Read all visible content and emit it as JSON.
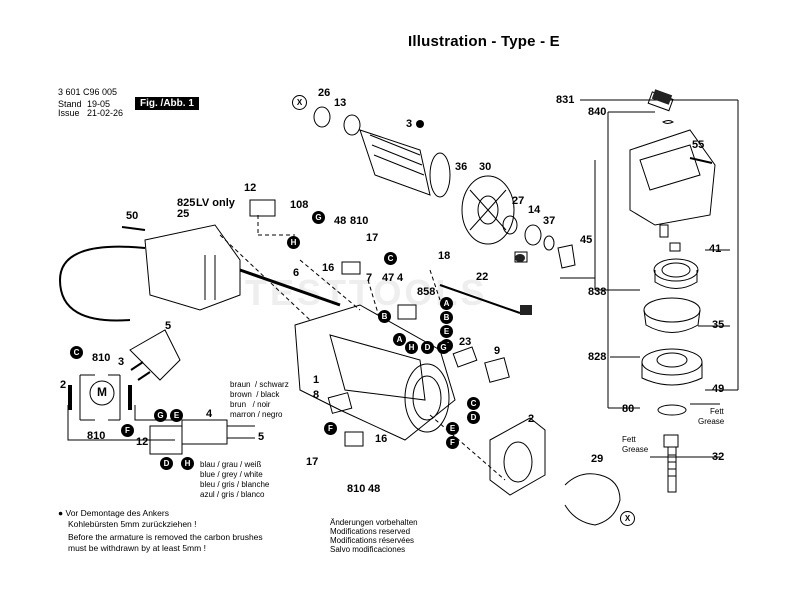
{
  "header": {
    "title": "Illustration - Type - E",
    "part_number": "3 601 C96 005",
    "stand_label": "Stand",
    "stand_value": "19-05",
    "issue_label": "Issue",
    "issue_value": "21-02-26",
    "figure_badge": "Fig. /Abb. 1"
  },
  "callouts": {
    "c831": "831",
    "c840": "840",
    "c55": "55",
    "c41": "41",
    "c35": "35",
    "c828": "828",
    "c49": "49",
    "c80": "80",
    "c32": "32",
    "c838": "838",
    "c26": "26",
    "c13": "13",
    "c3": "3",
    "c36": "36",
    "c30": "30",
    "c27": "27",
    "c14": "14",
    "c37": "37",
    "c45": "45",
    "c12": "12",
    "c825": "825",
    "lv_only": "LV only",
    "c25": "25",
    "c108": "108",
    "c48a": "48",
    "c810a": "810",
    "c17a": "17",
    "c16a": "16",
    "c4": "4",
    "c18": "18",
    "c22": "22",
    "c7": "7",
    "c47": "47",
    "c858": "858",
    "c6": "6",
    "c50": "50",
    "c5": "5",
    "c23": "23",
    "c9": "9",
    "c1": "1",
    "c8": "8",
    "c2": "2",
    "c29": "29",
    "c16b": "16",
    "c17b": "17",
    "c810b": "810",
    "c48b": "48"
  },
  "letters": {
    "x": "X",
    "g": "G",
    "h": "H",
    "c": "C",
    "a": "A",
    "b": "B",
    "e": "E",
    "d": "D",
    "f": "F"
  },
  "grease": {
    "fett1": "Fett",
    "grease1": "Grease",
    "fett2": "Fett",
    "grease2": "Grease"
  },
  "schematic": {
    "m": "M",
    "n810a": "810",
    "n3": "3",
    "n2": "2",
    "n810b": "810",
    "n12": "12",
    "n4": "4",
    "n5": "5",
    "nc": "C",
    "ng": "G",
    "ne": "E",
    "nf": "F",
    "nd": "D",
    "nh": "H",
    "wire1": "braun  / schwarz",
    "wire2": "brown  / black",
    "wire3": "brun   / noir",
    "wire4": "marron / negro",
    "wire5": "blau / grau / weiß",
    "wire6": "blue / grey / white",
    "wire7": "bleu / gris / blanche",
    "wire8": "azul / gris / blanco"
  },
  "notes": {
    "line1": "● Vor Demontage des Ankers",
    "line2": "Kohlebürsten 5mm zurückziehen !",
    "line3": "Before the armature is removed the carbon brushes",
    "line4": "must be withdrawn by at least 5mm !",
    "change1": "Änderungen vorbehalten",
    "change2": "Modifications reserved",
    "change3": "Modifications réservées",
    "change4": "Salvo modificaciones"
  },
  "watermark": "TESTTOOLS"
}
